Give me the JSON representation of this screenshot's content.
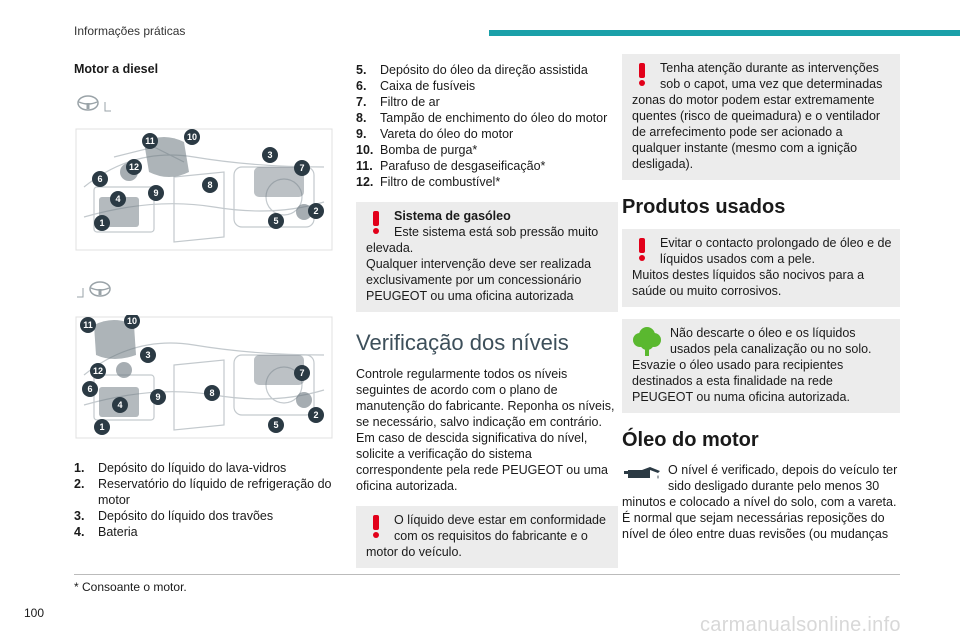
{
  "header": {
    "section": "Informações práticas",
    "accent": "#1aa0a9"
  },
  "page_number": "100",
  "footnote": "* Consoante o motor.",
  "watermark": "carmanualsonline.info",
  "col1": {
    "subheading": "Motor a diesel",
    "legend": [
      {
        "n": "1.",
        "t": "Depósito do líquido do lava-vidros"
      },
      {
        "n": "2.",
        "t": "Reservatório do líquido de refrigeração do motor"
      },
      {
        "n": "3.",
        "t": "Depósito do líquido dos travões"
      },
      {
        "n": "4.",
        "t": "Bateria"
      }
    ]
  },
  "col2": {
    "legend": [
      {
        "n": "5.",
        "t": "Depósito do óleo da direção assistida"
      },
      {
        "n": "6.",
        "t": "Caixa de fusíveis"
      },
      {
        "n": "7.",
        "t": "Filtro de ar"
      },
      {
        "n": "8.",
        "t": "Tampão de enchimento do óleo do motor"
      },
      {
        "n": "9.",
        "t": "Vareta do óleo do motor"
      },
      {
        "n": "10.",
        "t": "Bomba de purga*"
      },
      {
        "n": "11.",
        "t": "Parafuso de desgaseificação*"
      },
      {
        "n": "12.",
        "t": "Filtro de combustível*"
      }
    ],
    "warning_diesel": {
      "title": "Sistema de gasóleo",
      "text": "Este sistema está sob pressão muito elevada.\nQualquer intervenção deve ser realizada exclusivamente por um concessionário PEUGEOT ou uma oficina autorizada"
    },
    "heading": "Verificação dos níveis",
    "paragraph": "Controle regularmente todos os níveis seguintes de acordo com o plano de manutenção do fabricante. Reponha os níveis, se necessário, salvo indicação em contrário.\nEm caso de descida significativa do nível, solicite a verificação do sistema correspondente pela rede PEUGEOT ou uma oficina autorizada.",
    "warning_fluid": "O líquido deve estar em conformidade com os requisitos do fabricante e o motor do veículo."
  },
  "col3": {
    "warning_hot": "Tenha atenção durante as intervenções sob o capot, uma vez que determinadas zonas do motor podem estar extremamente quentes (risco de queimadura) e o ventilador de arrefecimento pode ser acionado a qualquer instante (mesmo com a ignição desligada).",
    "heading_products": "Produtos usados",
    "warning_contact": "Evitar o contacto prolongado de óleo e de líquidos usados com a pele.\nMuitos destes líquidos são nocivos para a saúde ou muito corrosivos.",
    "eco_note": "Não descarte o óleo e os líquidos usados pela canalização ou no solo.\nEsvazie o óleo usado para recipientes destinados a esta finalidade na rede PEUGEOT ou numa oficina autorizada.",
    "heading_oil": "Óleo do motor",
    "oil_text": "O nível é verificado, depois do veículo ter sido desligado durante pelo menos 30 minutos e colocado a nível do solo, com a vareta.\nÉ normal que sejam necessárias reposições do nível de óleo entre duas revisões (ou mudanças"
  },
  "colors": {
    "warning": "#e2001a",
    "eco": "#5ab82f",
    "box_bg": "#ececec",
    "callout": "#2b3a44"
  },
  "icons": [
    "steering-wheel-icon",
    "warning-icon",
    "tree-icon",
    "oil-can-icon"
  ]
}
